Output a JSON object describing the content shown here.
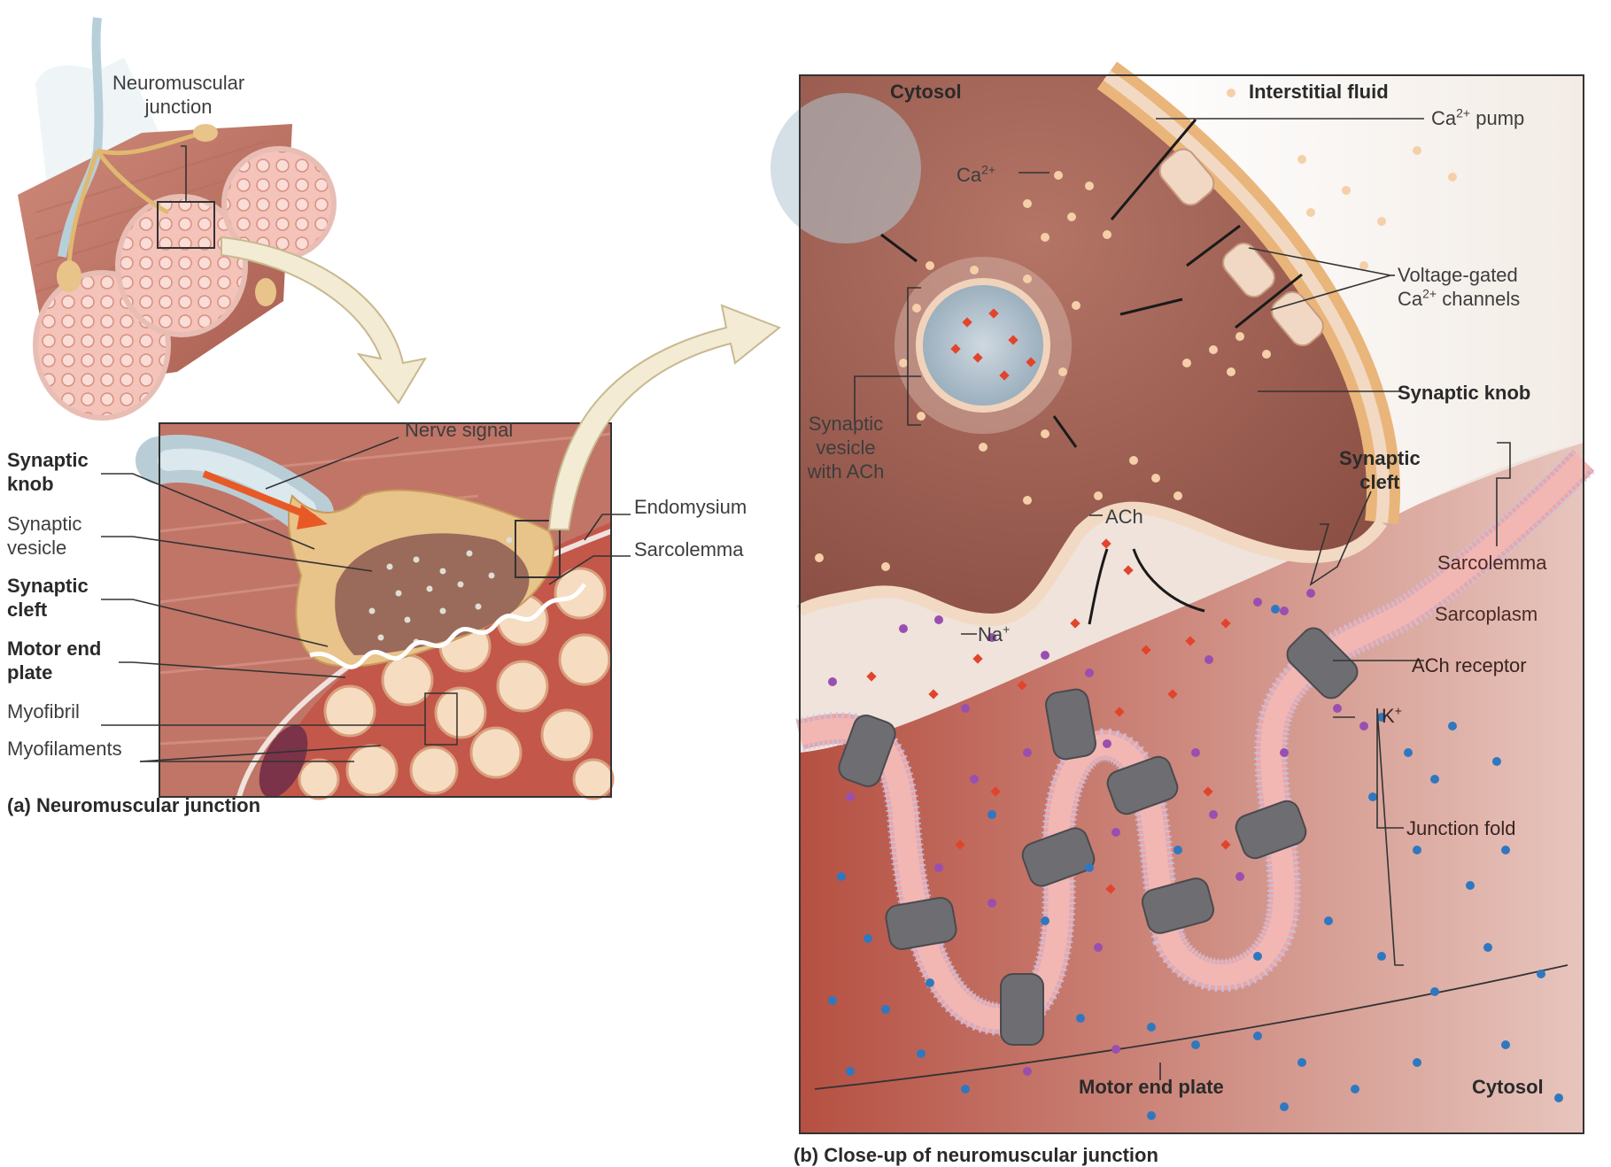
{
  "panel_a": {
    "caption": "(a) Neuromuscular junction",
    "labels": {
      "neuromuscular_junction_1": "Neuromuscular",
      "neuromuscular_junction_2": "junction",
      "nerve_signal": "Nerve signal",
      "synaptic_knob_1": "Synaptic",
      "synaptic_knob_2": "knob",
      "synaptic_vesicle_1": "Synaptic",
      "synaptic_vesicle_2": "vesicle",
      "synaptic_cleft_1": "Synaptic",
      "synaptic_cleft_2": "cleft",
      "motor_end_plate_1": "Motor end",
      "motor_end_plate_2": "plate",
      "myofibril": "Myofibril",
      "myofilaments": "Myofilaments",
      "endomysium": "Endomysium",
      "sarcolemma": "Sarcolemma"
    }
  },
  "panel_b": {
    "caption": "(b) Close-up of neuromuscular junction",
    "labels": {
      "cytosol_top": "Cytosol",
      "interstitial_fluid": "Interstitial fluid",
      "ca": "Ca",
      "ca_charge": "2+",
      "ca_pump_base": "Ca",
      "ca_pump_charge": "2+",
      "ca_pump_word": "pump",
      "vg_1": "Voltage-gated",
      "vg_2_base": "Ca",
      "vg_2_charge": "2+",
      "vg_2_word": "channels",
      "synaptic_knob": "Synaptic knob",
      "sv_1": "Synaptic",
      "sv_2": "vesicle",
      "sv_3": "with ACh",
      "synaptic_cleft_1": "Synaptic",
      "synaptic_cleft_2": "cleft",
      "ach": "ACh",
      "na": "Na",
      "na_charge": "+",
      "sarcolemma": "Sarcolemma",
      "sarcoplasm": "Sarcoplasm",
      "ach_receptor": "ACh receptor",
      "k": "K",
      "k_charge": "+",
      "junction_fold": "Junction fold",
      "motor_end_plate": "Motor end plate",
      "cytosol_bottom": "Cytosol"
    }
  },
  "colors": {
    "muscle": "#c97a6e",
    "knob": "#9c5c4e",
    "nerve": "#e8c38a",
    "membrane": "#e9a6a6",
    "sodium_ion": "#9a4fb0",
    "potassium_ion": "#2f78c0",
    "calcium_ion": "#f2c9a0",
    "ach": "#e2442b"
  }
}
